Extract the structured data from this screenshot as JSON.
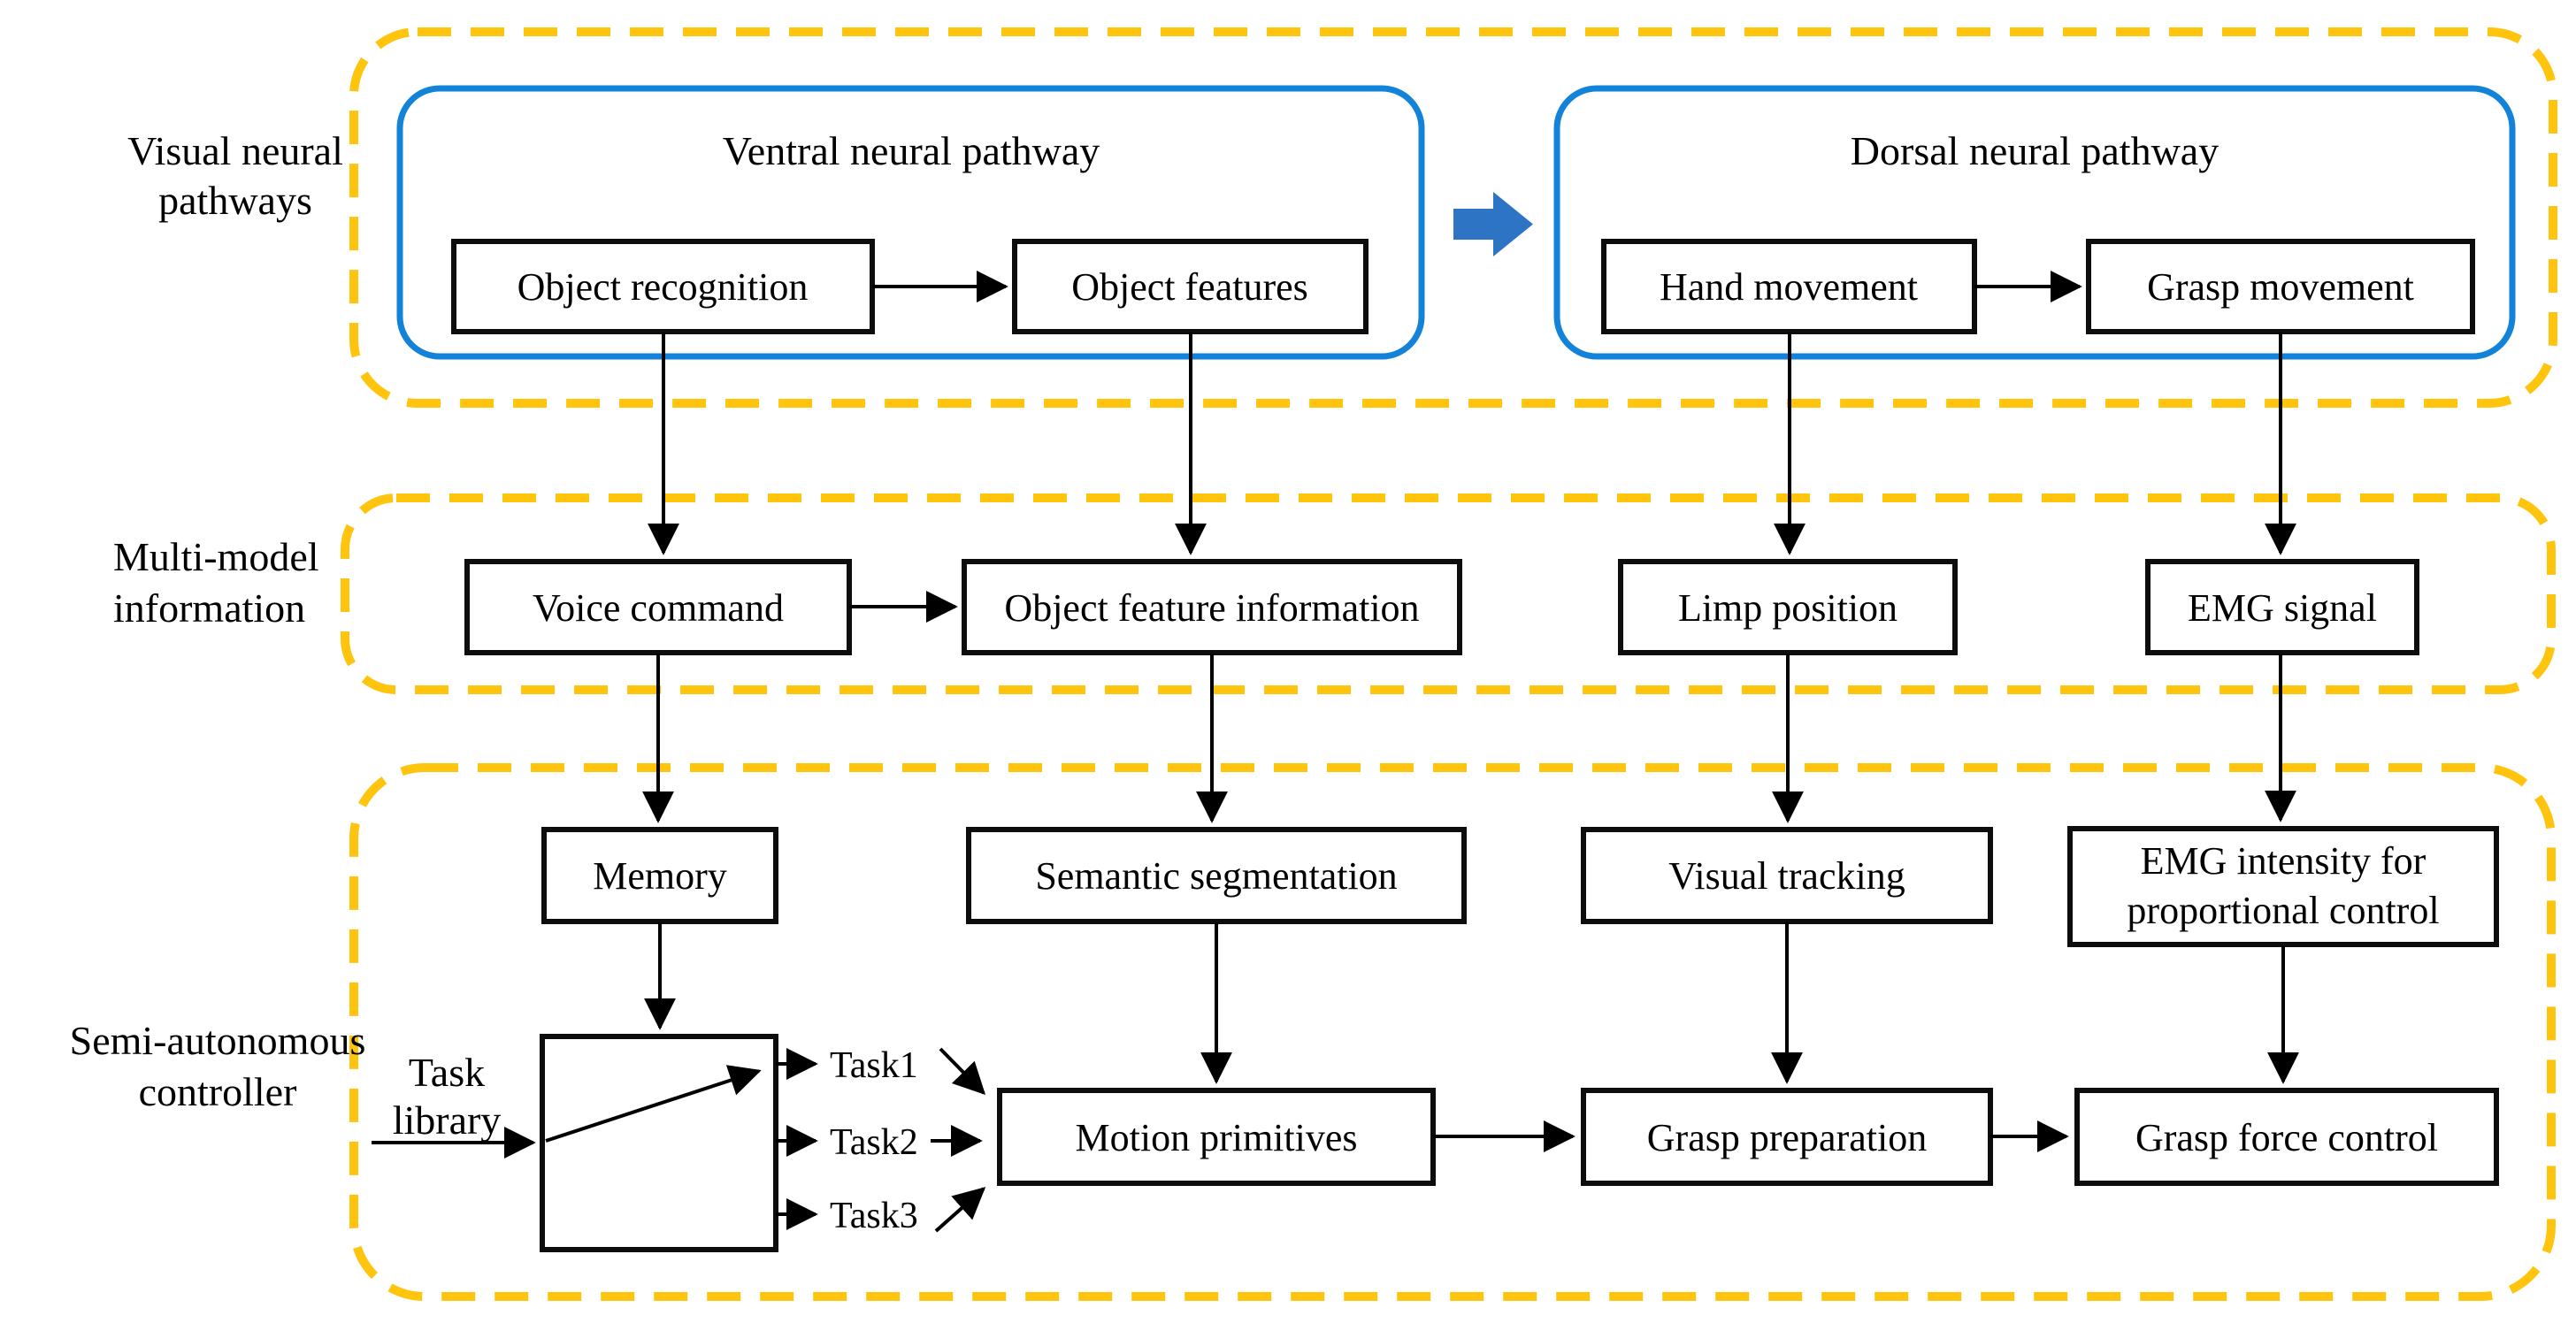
{
  "colors": {
    "band_yellow": "#FFC40E",
    "pathway_blue": "#1283D8",
    "block_arrow_blue": "#2E74C4",
    "box_border": "#0d0d0d",
    "text": "#000000"
  },
  "row_labels": {
    "visual": {
      "line1": "Visual neural",
      "line2": "pathways"
    },
    "multimodel": {
      "line1": "Multi-model",
      "line2": "information"
    },
    "controller": {
      "line1": "Semi-autonomous",
      "line2": "controller"
    }
  },
  "containers": {
    "ventral": {
      "title": "Ventral neural pathway"
    },
    "dorsal": {
      "title": "Dorsal neural pathway"
    }
  },
  "nodes": {
    "object_recognition": "Object recognition",
    "object_features": "Object features",
    "hand_movement": "Hand movement",
    "grasp_movement": "Grasp movement",
    "voice_command": "Voice command",
    "object_feature_information": "Object feature information",
    "limp_position": "Limp position",
    "emg_signal": "EMG signal",
    "memory": "Memory",
    "semantic_segmentation": "Semantic segmentation",
    "visual_tracking": "Visual tracking",
    "emg_intensity": {
      "line1": "EMG intensity for",
      "line2": "proportional control"
    },
    "motion_primitives": "Motion primitives",
    "grasp_preparation": "Grasp preparation",
    "grasp_force_control": "Grasp force control"
  },
  "switch": {
    "label": {
      "line1": "Task",
      "line2": "library"
    },
    "outputs": [
      "Task1",
      "Task2",
      "Task3"
    ]
  }
}
